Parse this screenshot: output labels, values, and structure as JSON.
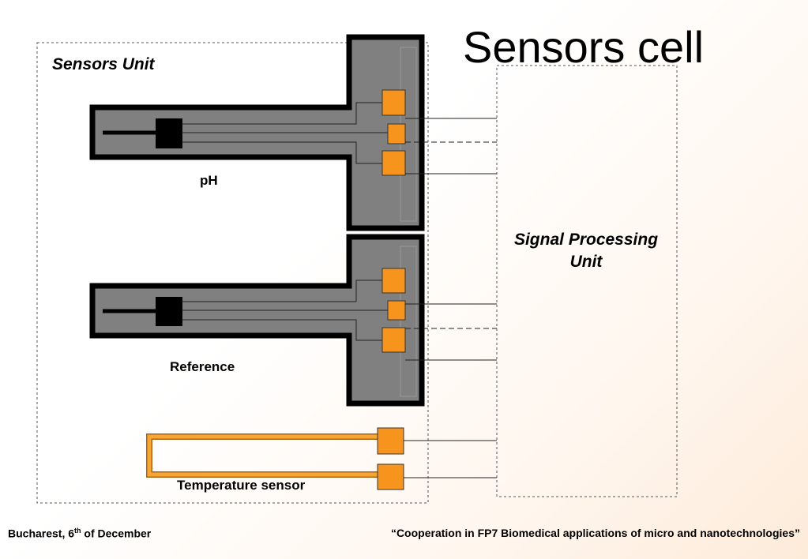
{
  "title": "Sensors cell",
  "sensors_unit_label": "Sensors Unit",
  "signal_processing_label": "Signal Processing Unit",
  "sensor_labels": {
    "ph": "pH",
    "reference": "Reference",
    "temperature": "Temperature sensor"
  },
  "footer": {
    "left_prefix": "Bucharest, 6",
    "left_sup": "th",
    "left_suffix": " of December",
    "right": "“Cooperation in FP7 Biomedical applications of micro and nanotechnologies”"
  },
  "colors": {
    "sensor_body": "#808080",
    "sensor_outline": "#000000",
    "pad": "#f7941d",
    "heater": "#f7a631",
    "background_tint": "#fdebd9"
  }
}
